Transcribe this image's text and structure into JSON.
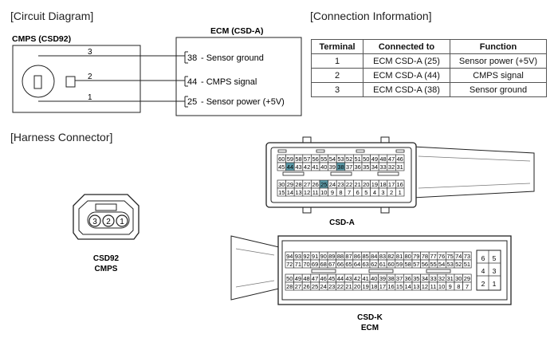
{
  "sections": {
    "circuit": "[Circuit Diagram]",
    "connection": "[Connection Information]",
    "harness": "[Harness Connector]"
  },
  "cmps_box": {
    "title": "CMPS (CSD92)",
    "pins": [
      "3",
      "2",
      "1"
    ]
  },
  "ecm_box": {
    "title": "ECM (CSD-A)",
    "pins": [
      {
        "num": "38",
        "label": "- Sensor ground"
      },
      {
        "num": "44",
        "label": "-  CMPS signal"
      },
      {
        "num": "25",
        "label": "-  Sensor power (+5V)"
      }
    ]
  },
  "table": {
    "headers": [
      "Terminal",
      "Connected to",
      "Function"
    ],
    "rows": [
      [
        "1",
        "ECM CSD-A (25)",
        "Sensor power (+5V)"
      ],
      [
        "2",
        "ECM CSD-A (44)",
        "CMPS signal"
      ],
      [
        "3",
        "ECM CSD-A (38)",
        "Sensor ground"
      ]
    ]
  },
  "csd92": {
    "pins": [
      "3",
      "2",
      "1"
    ],
    "label1": "CSD92",
    "label2": "CMPS"
  },
  "csda": {
    "label": "CSD-A",
    "rows": [
      [
        "60",
        "59",
        "58",
        "57",
        "56",
        "55",
        "54",
        "53",
        "52",
        "51",
        "50",
        "49",
        "48",
        "47",
        "46"
      ],
      [
        "45",
        "44",
        "43",
        "42",
        "41",
        "40",
        "39",
        "38",
        "37",
        "36",
        "35",
        "34",
        "33",
        "32",
        "31"
      ],
      [
        "30",
        "29",
        "28",
        "27",
        "26",
        "25",
        "24",
        "23",
        "22",
        "21",
        "20",
        "19",
        "18",
        "17",
        "16"
      ],
      [
        "15",
        "14",
        "13",
        "12",
        "11",
        "10",
        "9",
        "8",
        "7",
        "6",
        "5",
        "4",
        "3",
        "2",
        "1"
      ]
    ],
    "highlight": [
      "44",
      "38",
      "25"
    ],
    "highlight_color": "#5b9aa8"
  },
  "csdk": {
    "label1": "CSD-K",
    "label2": "ECM",
    "rows": [
      [
        "94",
        "93",
        "92",
        "91",
        "90",
        "89",
        "88",
        "87",
        "86",
        "85",
        "84",
        "83",
        "82",
        "81",
        "80",
        "79",
        "78",
        "77",
        "76",
        "75",
        "74",
        "73"
      ],
      [
        "72",
        "71",
        "70",
        "69",
        "68",
        "67",
        "66",
        "65",
        "64",
        "63",
        "62",
        "61",
        "60",
        "59",
        "58",
        "57",
        "56",
        "55",
        "54",
        "53",
        "52",
        "51"
      ],
      [
        "50",
        "49",
        "48",
        "47",
        "46",
        "45",
        "44",
        "43",
        "42",
        "41",
        "40",
        "39",
        "38",
        "37",
        "36",
        "35",
        "34",
        "33",
        "32",
        "31",
        "30",
        "29"
      ],
      [
        "28",
        "27",
        "26",
        "25",
        "24",
        "23",
        "22",
        "21",
        "20",
        "19",
        "18",
        "17",
        "16",
        "15",
        "14",
        "13",
        "12",
        "11",
        "10",
        "9",
        "8",
        "7"
      ]
    ],
    "side": [
      [
        "6",
        "5"
      ],
      [
        "4",
        "3"
      ],
      [
        "2",
        "1"
      ]
    ]
  }
}
